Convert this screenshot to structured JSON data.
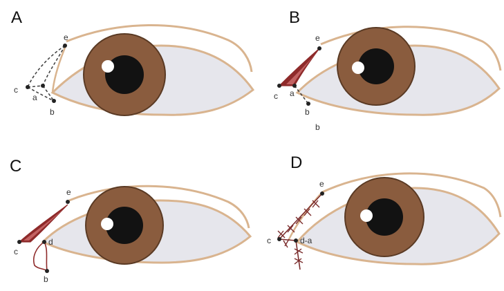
{
  "colors": {
    "outline": "#d9b48f",
    "sclera": "#e6e6ec",
    "iris": "#8a5c3e",
    "iris_ring": "#5a3a24",
    "pupil": "#121212",
    "highlight": "#ffffff",
    "flap": "#8e2a2a",
    "flap_light": "#c26262",
    "dash": "#444444",
    "point": "#222222",
    "suture": "#7a2b2b"
  },
  "panels": [
    {
      "letter": "A",
      "points": {
        "a": "a",
        "b": "b",
        "c": "c",
        "e": "e"
      }
    },
    {
      "letter": "B",
      "points": {
        "a": "a",
        "b": "b",
        "c": "c",
        "e": "e",
        "stray": "b"
      }
    },
    {
      "letter": "C",
      "points": {
        "b": "b",
        "c": "c",
        "d": "d",
        "e": "e"
      }
    },
    {
      "letter": "D",
      "points": {
        "c": "c",
        "da": "d-a",
        "e": "e"
      }
    }
  ]
}
